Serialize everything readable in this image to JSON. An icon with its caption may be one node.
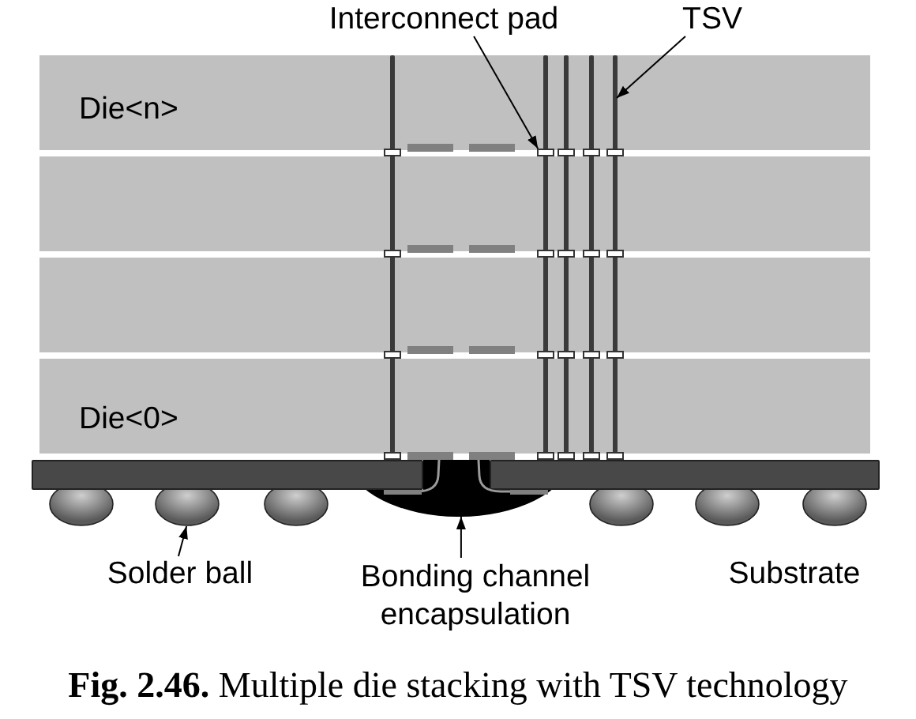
{
  "diagram": {
    "caption": "**Fig. 2.46.** Multiple die stacking with TSV technology",
    "nodes": [
      {
        "text": [
          "Interconnect pad"
        ]
      },
      {
        "text": [
          "TSV"
        ]
      },
      {
        "text": [
          "Die<n>"
        ]
      },
      {
        "text": [],
        "shape": "box"
      },
      {
        "text": [],
        "shape": "box"
      },
      {
        "text": [
          "Die<0>"
        ]
      },
      {
        "text": [],
        "shape": "box"
      },
      {
        "text": [],
        "shape": "bar"
      },
      {
        "text": [],
        "shape": "bar"
      },
      {
        "text": [],
        "shape": "bar"
      },
      {
        "text": [],
        "shape": "bar"
      },
      {
        "text": [],
        "shape": "bar"
      },
      {
        "text": [],
        "shape": "bar"
      },
      {
        "text": [],
        "shape": "bar"
      },
      {
        "text": [],
        "shape": "ellipse"
      },
      {
        "text": [],
        "shape": "circle"
      },
      {
        "text": [],
        "shape": "circle"
      },
      {
        "text": [],
        "shape": "circle"
      },
      {
        "text": [],
        "shape": "circle"
      },
      {
        "text": [],
        "shape": "circle"
      },
      {
        "text": [],
        "shape": "circle"
      },
      {
        "text": [
          "Solder ball"
        ]
      },
      {
        "text": [
          "Bonding channel encapsulation"
        ]
      }
    ],
    "edges": [
      {
        "from": 0,
        "to": 6,
        "arrow": "to"
      },
      {
        "from": 1,
        "to": 11,
        "arrow": "to"
      },
      {
        "from": 21,
        "to": 16,
        "arrow": "to"
      },
      {
        "from": 22,
        "to": 14,
        "arrow": "to"
      }
    ],
    "labels": [
      "Substrate"
    ]
  }
}
